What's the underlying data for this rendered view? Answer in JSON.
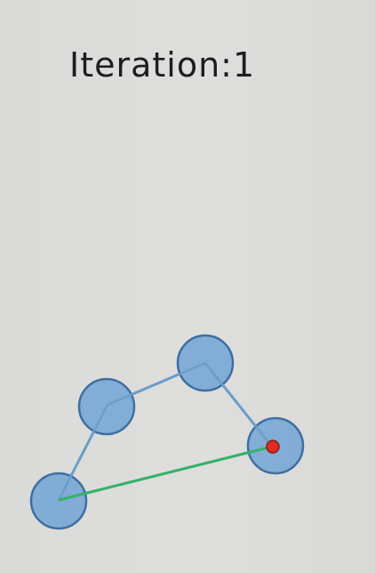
{
  "iteration": {
    "label": "Iteration:",
    "value": "1"
  },
  "graph": {
    "colors": {
      "node_fill": "#7aa8d6",
      "node_stroke": "#3f6fa0",
      "edge": "#6b9ec8",
      "highlight_edge": "#33b36a",
      "marker": "#e12b22"
    },
    "nodes": [
      "node-a",
      "node-b",
      "node-c",
      "node-d"
    ],
    "edges": [
      {
        "from": "node-a",
        "to": "node-b",
        "style": "blue"
      },
      {
        "from": "node-b",
        "to": "node-c",
        "style": "blue"
      },
      {
        "from": "node-c",
        "to": "node-d",
        "style": "blue"
      },
      {
        "from": "node-a",
        "to": "node-d",
        "style": "green"
      }
    ],
    "marked_node": "node-d"
  }
}
